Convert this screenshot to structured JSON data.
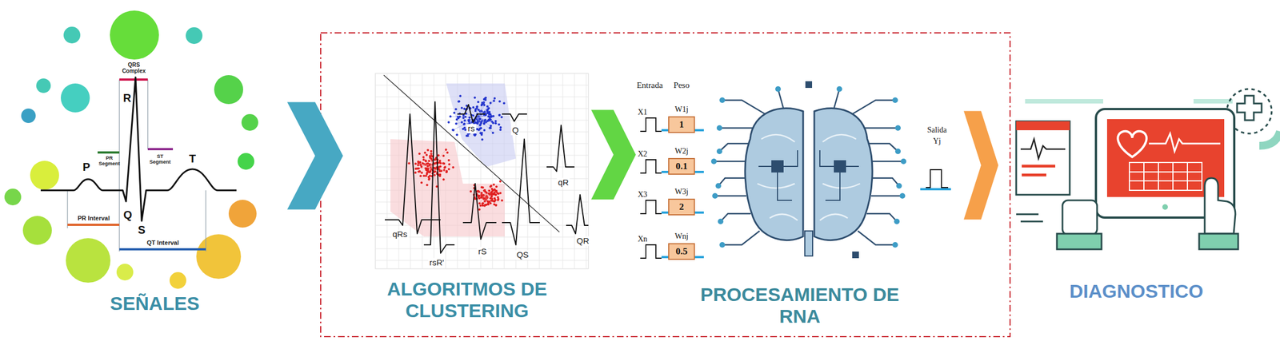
{
  "diagram": {
    "nodes": [
      {
        "text": [
          "SEÑALES"
        ]
      },
      {
        "text": [
          "ALGORITMOS DE CLUSTERING"
        ]
      },
      {
        "text": [
          "PROCESAMIENTO DE RNA"
        ]
      },
      {
        "text": [
          "DIAGNOSTICO"
        ]
      },
      {
        "text": [
          "1"
        ],
        "in": 2
      },
      {
        "text": [
          "0.1"
        ],
        "in": 2
      },
      {
        "text": [
          "2"
        ],
        "in": 2
      },
      {
        "text": [
          "0.5"
        ],
        "in": 2
      }
    ],
    "edges": [
      {
        "from": 0,
        "to": 1,
        "arrow": "to"
      },
      {
        "from": 1,
        "to": 2,
        "arrow": "to"
      },
      {
        "from": 2,
        "to": 3,
        "arrow": "to"
      }
    ],
    "labels": [
      "QRS Complex",
      "R",
      "PR Segment",
      "ST Segment",
      "P",
      "T",
      "Q",
      "S",
      "PR Interval",
      "QT Interval",
      "rs",
      "Q",
      "qR",
      "qRs",
      "QR",
      "rsR'",
      "rS",
      "QS",
      "Entrada",
      "Peso",
      "X1",
      "W1j",
      "X2",
      "W2j",
      "X3",
      "W3j",
      "Xn",
      "Wnj",
      "Salida",
      "Yj"
    ]
  }
}
